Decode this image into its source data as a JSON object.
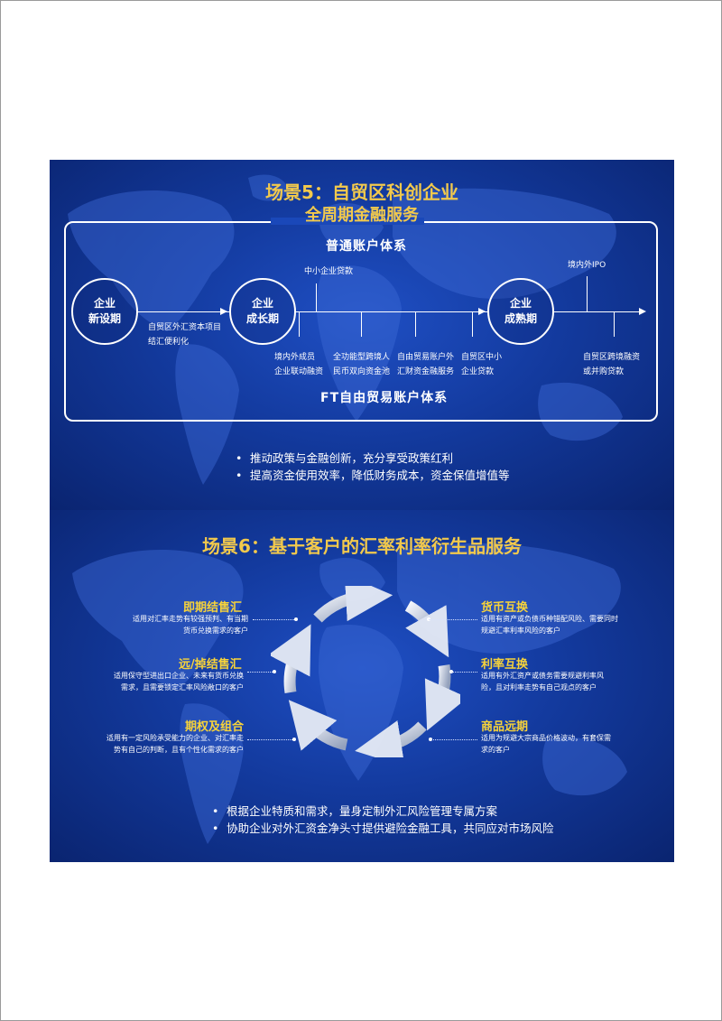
{
  "scene5": {
    "title_line1": "场景5：自贸区科创企业",
    "title_line2": "全周期金融服务",
    "top_heading": "普通账户体系",
    "bottom_heading": "FT自由贸易账户体系",
    "stages": [
      {
        "line1": "企业",
        "line2": "新设期"
      },
      {
        "line1": "企业",
        "line2": "成长期"
      },
      {
        "line1": "企业",
        "line2": "成熟期"
      }
    ],
    "labels": {
      "capital_settlement": [
        "自贸区外汇资本项目",
        "结汇便利化"
      ],
      "sme_loan": "中小企业贷款",
      "ipo": "境内外IPO",
      "joint_financing": [
        "境内外成员",
        "企业联动融资"
      ],
      "cash_pool": [
        "全功能型跨境人",
        "民币双向资金池"
      ],
      "ft_financing": [
        "自由贸易账户外",
        "汇财资金融服务"
      ],
      "ftz_sme_loan": [
        "自贸区中小",
        "企业贷款"
      ],
      "cross_border_ma": [
        "自贸区跨境融资",
        "或并购贷款"
      ]
    },
    "bullets": [
      "推动政策与金融创新，充分享受政策红利",
      "提高资金使用效率，降低财务成本，资金保值增值等"
    ]
  },
  "scene6": {
    "title": "场景6：基于客户的汇率利率衍生品服务",
    "products": [
      {
        "name": "即期结售汇",
        "desc": [
          "适用对汇率走势有较强预判、有当期",
          "货币兑换需求的客户"
        ]
      },
      {
        "name": "远/掉结售汇",
        "desc": [
          "适用保守型进出口企业、未来有货币兑换",
          "需求，且需要锁定汇率风险敞口的客户"
        ]
      },
      {
        "name": "期权及组合",
        "desc": [
          "适用有一定风险承受能力的企业、对汇率走",
          "势有自己的判断，且有个性化需求的客户"
        ]
      },
      {
        "name": "货币互换",
        "desc": [
          "适用有资产或负债币种错配风险、需要同时",
          "规避汇率利率风险的客户"
        ]
      },
      {
        "name": "利率互换",
        "desc": [
          "适用有外汇资产或债务需要规避利率风",
          "险，且对利率走势有自己观点的客户"
        ]
      },
      {
        "name": "商品远期",
        "desc": [
          "适用为规避大宗商品价格波动，有套保需",
          "求的客户"
        ]
      }
    ],
    "bullets": [
      "根据企业特质和需求，量身定制外汇风险管理专属方案",
      "协助企业对外汇资金净头寸提供避险金融工具，共同应对市场风险"
    ]
  }
}
